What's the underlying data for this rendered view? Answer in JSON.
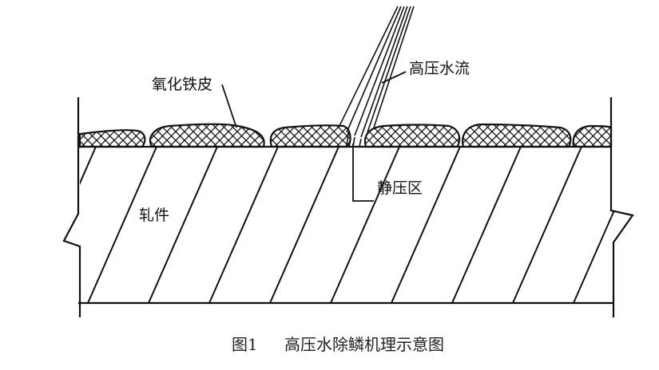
{
  "labels": {
    "scale": "氧化铁皮",
    "water_jet": "高压水流",
    "static_zone": "静压区",
    "workpiece": "轧件"
  },
  "caption": {
    "number": "图1",
    "title": "高压水除鳞机理示意图"
  }
}
